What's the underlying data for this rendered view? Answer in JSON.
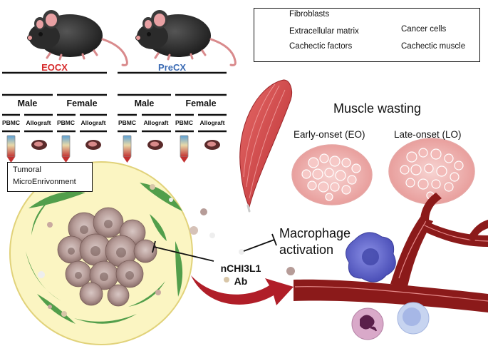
{
  "groups": {
    "eocx": {
      "label": "EOCX",
      "color": "#d62728"
    },
    "precx": {
      "label": "PreCX",
      "color": "#3a6ab3"
    }
  },
  "sex_labels": {
    "male": "Male",
    "female": "Female"
  },
  "sample_labels": {
    "pbmc": "PBMC",
    "allograft": "Allograft"
  },
  "legend": {
    "fibroblasts": "Fibroblasts",
    "extracellular_matrix": "Extracellular matrix",
    "cachectic_factors": "Cachectic factors",
    "cancer_cells": "Cancer cells",
    "cachectic_muscle": "Cachectic muscle"
  },
  "tumor": {
    "line1": "Tumoral",
    "line2": "MicroEnrivonment"
  },
  "muscle_wasting": {
    "title": "Muscle wasting",
    "early": "Early-onset (EO)",
    "late": "Late-onset (LO)"
  },
  "macrophage": {
    "line1": "Macrophage",
    "line2": "activation"
  },
  "antibody": {
    "line1": "nCHI3L1",
    "line2": "Ab"
  },
  "colors": {
    "muscle": "#d94a4a",
    "vessel": "#8b1a1a",
    "matrix_yellow": "#fbf5c2",
    "fibroblast_green": "#4a9a45",
    "cancer_cell": "#a88a86",
    "macrophage_blue": "#5b5fc7",
    "arrow_red": "#b01e28"
  },
  "icons": [
    "mouse-icon",
    "tube-icon",
    "allograft-icon",
    "muscle-icon",
    "vessel-icon",
    "arrow-icon",
    "inhibition-icon"
  ]
}
